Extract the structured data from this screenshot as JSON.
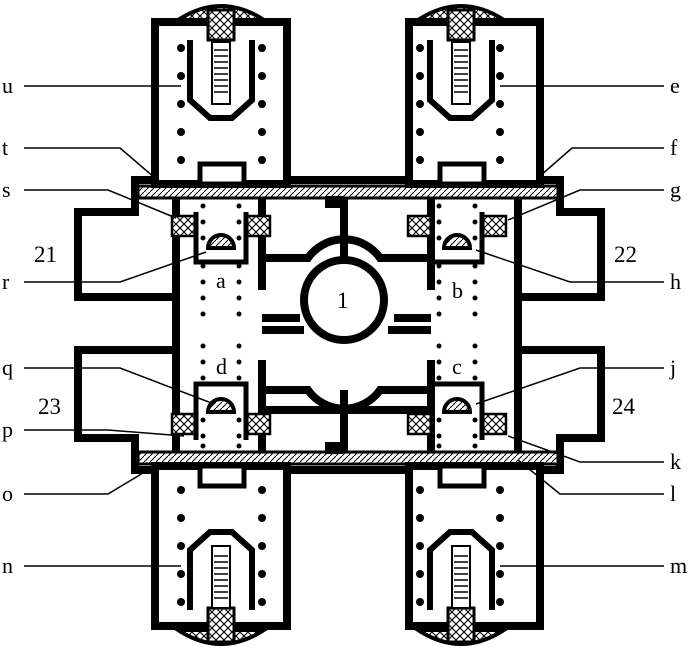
{
  "diagram": {
    "colors": {
      "ink": "#000000",
      "paper": "#ffffff",
      "hatch": "#7a7a7a"
    },
    "center_label": "1",
    "ports": {
      "top_left": "21",
      "top_right": "22",
      "bottom_left": "23",
      "bottom_right": "24"
    },
    "inner_labels": {
      "top_left": "a",
      "top_right": "b",
      "bottom_right": "c",
      "bottom_left": "d"
    },
    "left_callouts": [
      "u",
      "t",
      "s",
      "r",
      "q",
      "p",
      "o",
      "n"
    ],
    "right_callouts": [
      "e",
      "f",
      "g",
      "h",
      "j",
      "k",
      "l",
      "m"
    ]
  }
}
